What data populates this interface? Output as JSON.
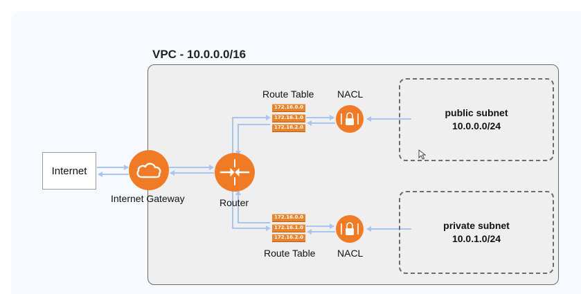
{
  "vpc": {
    "title": "VPC - 10.0.0.0/16"
  },
  "internet": {
    "label": "Internet"
  },
  "gateway": {
    "label": "Internet Gateway",
    "icon": "cloud-icon"
  },
  "router": {
    "label": "Router",
    "icon": "router-arrows-icon"
  },
  "route_table_top": {
    "label": "Route Table",
    "rows": [
      "172.16.0.0",
      "172.16.1.0",
      "172.16.2.0"
    ]
  },
  "route_table_bottom": {
    "label": "Route Table",
    "rows": [
      "172.16.0.0",
      "172.16.1.0",
      "172.16.2.0"
    ]
  },
  "nacl_top": {
    "label": "NACL",
    "icon": "lock-icon"
  },
  "nacl_bottom": {
    "label": "NACL",
    "icon": "lock-icon"
  },
  "public_subnet": {
    "name": "public subnet",
    "cidr": "10.0.0.0/24"
  },
  "private_subnet": {
    "name": "private subnet",
    "cidr": "10.0.1.0/24"
  },
  "colors": {
    "accent": "#ef7b26",
    "connector": "#a9c4ef",
    "vpc_fill": "#efefef",
    "panel_fill": "#f6f9fd"
  }
}
